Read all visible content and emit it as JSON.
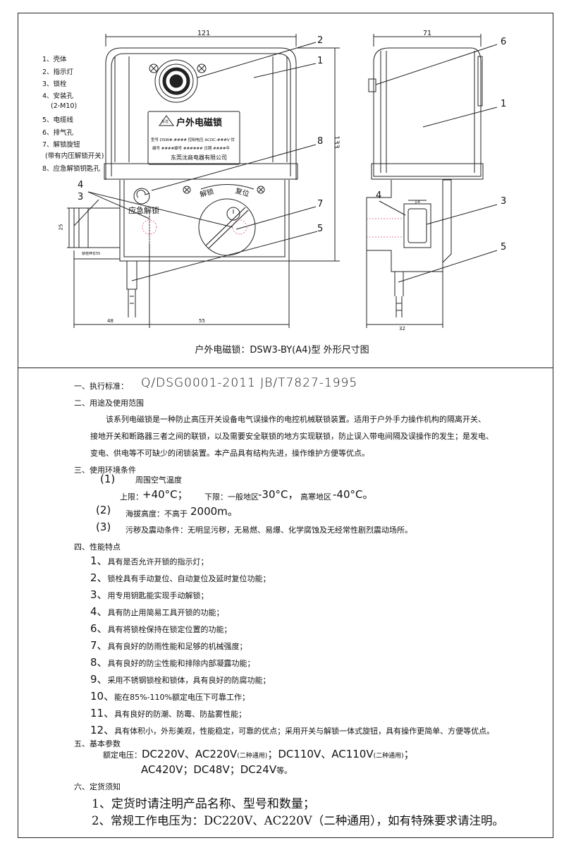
{
  "drawing": {
    "legend": [
      "1、壳体",
      "2、指示灯",
      "3、锁栓",
      "4、安装孔",
      "(2-M10)",
      "5、电缆线",
      "6、排气孔",
      "7、解锁旋钮",
      "(带有内压解锁开关)",
      "8、应急解锁钥匙孔"
    ],
    "dims": {
      "front_width": "121",
      "side_width": "71",
      "height": "133",
      "bolt_dim": "25",
      "left_offset": "48",
      "mid_offset": "55",
      "side_bottom": "32",
      "side_inner": "14",
      "small_label": "锁栓伸长55"
    },
    "callouts": {
      "c1": "1",
      "c2": "2",
      "c3": "3",
      "c4": "4",
      "c5": "5",
      "c6": "6",
      "c7": "7",
      "c8": "8"
    },
    "nameplate": {
      "title": "户外电磁锁",
      "logo": "东沈",
      "row1": "型号 DSW#-####  控制电压 ACDC-###V  伏",
      "row2": "编号 ####编号 ######  日期 ####年",
      "maker": "东莞沈商电器有限公司"
    },
    "emergency_label": "应急解锁",
    "knob_labels": {
      "unlock": "解锁",
      "reset": "复位"
    },
    "caption": "户外电磁锁：DSW3-BY(A4)型 外形尺寸图"
  },
  "spec": {
    "s1_title": "一、执行标准：",
    "s1_value": "Q/DSG0001-2011    JB/T7827-1995",
    "s2_title": "二、用途及使用范围",
    "s2_p1": "该系列电磁锁是一种防止高压开关设备电气误操作的电控机械联锁装置。适用于户外手力操作机构的隔离开关、",
    "s2_p2": "接地开关和断路器三者之间的联锁，以及需要安全联锁的地方实现联锁，防止误入带电间隔及误操作的发生；是发电、",
    "s2_p3": "变电、供电等不可缺少的闭锁装置。本产品具有结构先进，操作维护方便等优点。",
    "s3_title": "三、使用环境条件",
    "s3_i1_num": "(1)",
    "s3_i1": "周围空气温度",
    "s3_i1_sub_a": "上限：",
    "s3_i1_sub_b": "+40°C；",
    "s3_i1_sub_c": "下限：一般地区",
    "s3_i1_sub_d": "-30°C，",
    "s3_i1_sub_e": "高寒地区",
    "s3_i1_sub_f": "-40°C。",
    "s3_i2_num": "(2)",
    "s3_i2_a": "海拔高度：不高于",
    "s3_i2_b": "2000m。",
    "s3_i3_num": "(3)",
    "s3_i3": "污秽及震动条件：无明显污秽，无易燃、易爆、化学腐蚀及无经常性剧烈震动场所。",
    "s4_title": "四、性能特点",
    "s4_items": [
      {
        "n": "1、",
        "t": "具有是否允许开锁的指示灯；"
      },
      {
        "n": "2、",
        "t": "锁栓具有手动复位、自动复位及延时复位功能；"
      },
      {
        "n": "3、",
        "t": "用专用钥匙能实现手动解锁；"
      },
      {
        "n": "4、",
        "t": "具有防止用简易工具开锁的功能；"
      },
      {
        "n": "6、",
        "t": "具有将锁栓保持在锁定位置的功能；"
      },
      {
        "n": "7、",
        "t": "具有良好的防雨性能和足够的机械强度；"
      },
      {
        "n": "8、",
        "t": "具有良好的防尘性能和排除内部凝露功能；"
      },
      {
        "n": "9、",
        "t": "采用不锈钢锁栓和锁体，具有良好的防腐功能；"
      },
      {
        "n": "10、",
        "t": "能在85%-110%额定电压下可靠工作；"
      },
      {
        "n": "11、",
        "t": "具有良好的防潮、防霉、防盐雾性能；"
      },
      {
        "n": "12、",
        "t": "具有体积小，外形美观，性能稳定，可靠的优点；采用开关与解锁一体式旋钮，具有操作更简单、方便等优点。"
      }
    ],
    "s5_title": "五、基本参数",
    "s5_a": "额定电压：",
    "s5_b": "DC220V、AC220V",
    "s5_c": "(二种通用)",
    "s5_d": "；DC110V、AC110V",
    "s5_e": "(二种通用)",
    "s5_f": "；",
    "s5_g": "AC420V；DC48V；DC24V",
    "s5_h": "等。",
    "s6_title": "六、定货须知",
    "s6_1": "1、定货时请注明产品名称、型号和数量；",
    "s6_2": "2、常规工作电压为：DC220V、AC220V（二种通用），如有特殊要求请注明。"
  }
}
